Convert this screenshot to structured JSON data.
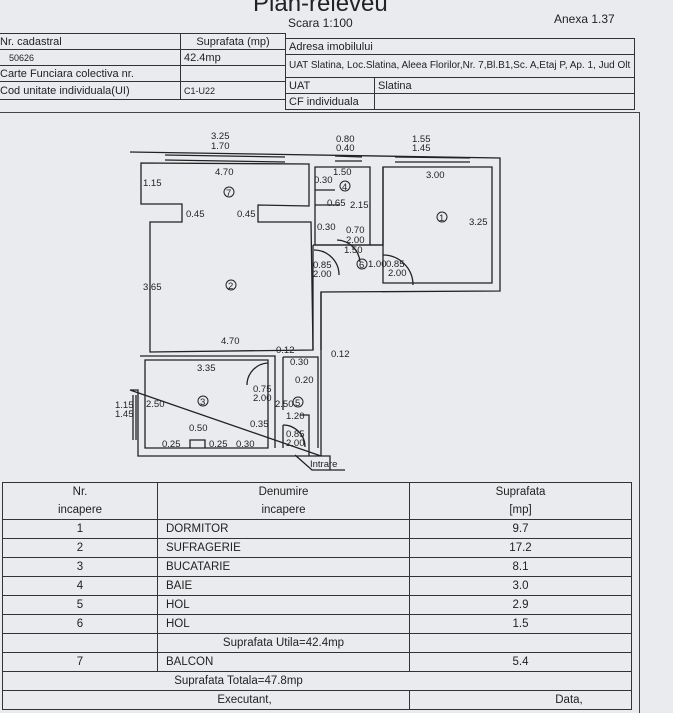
{
  "header": {
    "title": "Plan-releveu",
    "scale": "Scara 1:100",
    "annex": "Anexa 1.37"
  },
  "info": {
    "cadastral_label": "Nr. cadastral",
    "cadastral_value": "50626",
    "area_label": "Suprafata (mp)",
    "area_value": "42.4mp",
    "cf_colectiva_label": "Carte Funciara colectiva nr.",
    "cf_colectiva_value": "",
    "ui_label": "Cod unitate individuala(UI)",
    "ui_value": "C1-U22",
    "address_label": "Adresa imobilului",
    "address_value": "UAT Slatina, Loc.Slatina, Aleea Florilor,Nr. 7,Bl.B1,Sc. A,Etaj P, Ap. 1, Jud Olt",
    "uat_label": "UAT",
    "uat_value": "Slatina",
    "cf_individuala_label": "CF individuala",
    "cf_individuala_value": ""
  },
  "plan": {
    "rooms": [
      "1",
      "2",
      "3",
      "4",
      "5",
      "6",
      "7"
    ],
    "entrance": "Intrare",
    "dims": [
      "3.25",
      "1.70",
      "0.80",
      "0.40",
      "1.55",
      "1.45",
      "4.70",
      "1.15",
      "0.45",
      "0.45",
      "1.50",
      "0.30",
      "0.65",
      "2.15",
      "0.30",
      "0.70",
      "2.00",
      "1.50",
      "0.85",
      "2.00",
      "1.00",
      "0.85",
      "2.00",
      "3.00",
      "3.25",
      "3.65",
      "4.70",
      "0.12",
      "0.30",
      "0.12",
      "0.20",
      "3.35",
      "0.75",
      "2.00",
      "2.50",
      "1.15",
      "1.45",
      "2.50",
      "1.20",
      "0.35",
      "0.50",
      "0.25",
      "0.25",
      "0.30",
      "0.85",
      "2.00"
    ]
  },
  "rooms_table": {
    "headers": {
      "nr": "Nr.\nincapere",
      "nr1": "Nr.",
      "nr2": "incapere",
      "name1": "Denumire",
      "name2": "incapere",
      "area1": "Suprafata",
      "area2": "[mp]"
    },
    "rows": [
      {
        "nr": "1",
        "name": "DORMITOR",
        "area": "9.7"
      },
      {
        "nr": "2",
        "name": "SUFRAGERIE",
        "area": "17.2"
      },
      {
        "nr": "3",
        "name": "BUCATARIE",
        "area": "8.1"
      },
      {
        "nr": "4",
        "name": "BAIE",
        "area": "3.0"
      },
      {
        "nr": "5",
        "name": "HOL",
        "area": "2.9"
      },
      {
        "nr": "6",
        "name": "HOL",
        "area": "1.5"
      }
    ],
    "useful_area": "Suprafata Utila=42.4mp",
    "balcony": {
      "nr": "7",
      "name": "BALCON",
      "area": "5.4"
    },
    "total_area": "Suprafata Totala=47.8mp",
    "executant": "Executant,",
    "date": "Data,"
  }
}
